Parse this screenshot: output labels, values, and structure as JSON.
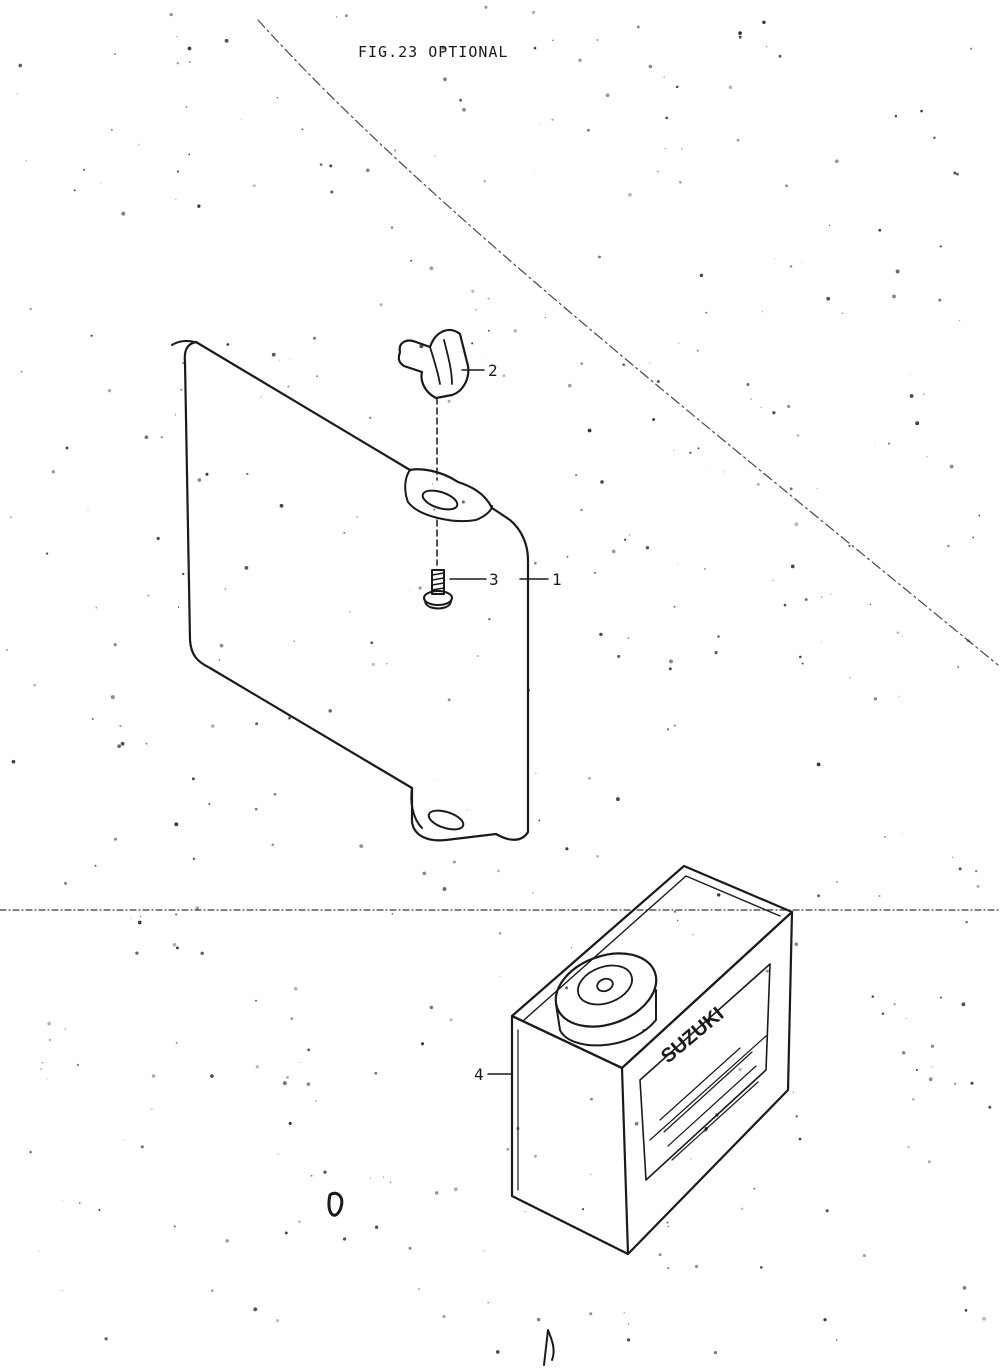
{
  "figure": {
    "title": "FIG.23 OPTIONAL"
  },
  "callouts": [
    {
      "id": "1",
      "label": "1"
    },
    {
      "id": "2",
      "label": "2"
    },
    {
      "id": "3",
      "label": "3"
    },
    {
      "id": "4",
      "label": "4"
    }
  ],
  "can_label": {
    "brand": "SUZUKI"
  },
  "colors": {
    "ink": "#1a1a1a",
    "paper": "#ffffff"
  }
}
